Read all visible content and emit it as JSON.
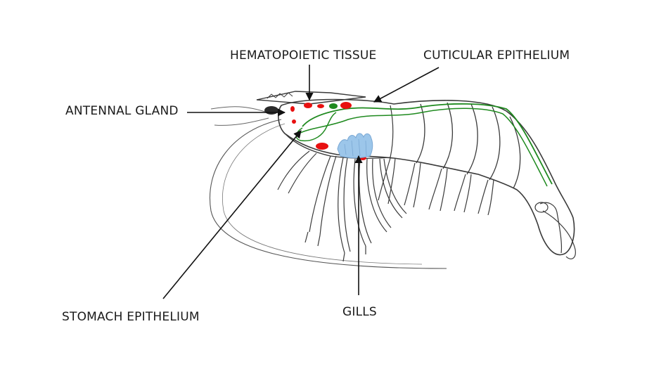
{
  "labels": {
    "hematopoietic": "HEMATOPOIETIC TISSUE",
    "cuticular": "CUTICULAR EPITHELIUM",
    "antennal": "ANTENNAL GLAND",
    "stomach": "STOMACH EPITHELIUM",
    "gills": "GILLS"
  },
  "colors": {
    "outline": "#3a3a3a",
    "nerve": "#1f8a1f",
    "tissue_red": "#e81010",
    "gill_blue": "#9cc6ea",
    "gland_dark": "#2a2a2a",
    "arrow": "#111111"
  }
}
